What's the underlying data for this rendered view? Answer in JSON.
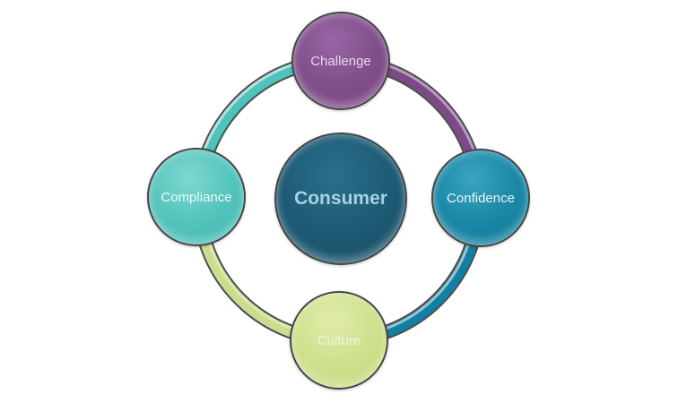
{
  "diagram": {
    "type": "cycle",
    "background": "#ffffff",
    "outline_color": "#4f4f4f",
    "highlight_color": "#ffffff",
    "center_node": {
      "label": "Consumer",
      "fill": "#1d5a74",
      "text_color": "#a6d2e4"
    },
    "nodes": [
      {
        "label": "Challenge",
        "position": "top",
        "fill": "#81508c",
        "text_color": "#e5d9e9"
      },
      {
        "label": "Confidence",
        "position": "right",
        "fill": "#1b89a8",
        "text_color": "#e8f4f7"
      },
      {
        "label": "Culture",
        "position": "bottom",
        "fill": "#cfe18e",
        "text_color": "#eef4d9"
      },
      {
        "label": "Compliance",
        "position": "left",
        "fill": "#55c5bd",
        "text_color": "#ecf9f7"
      }
    ],
    "arcs": [
      {
        "segment": "compliance-to-challenge",
        "color": "#4fc2ba"
      },
      {
        "segment": "challenge-to-confidence",
        "color": "#7c4a87"
      },
      {
        "segment": "confidence-to-culture",
        "color": "#1180a2"
      },
      {
        "segment": "culture-to-compliance",
        "color": "#cbde8e"
      }
    ]
  }
}
